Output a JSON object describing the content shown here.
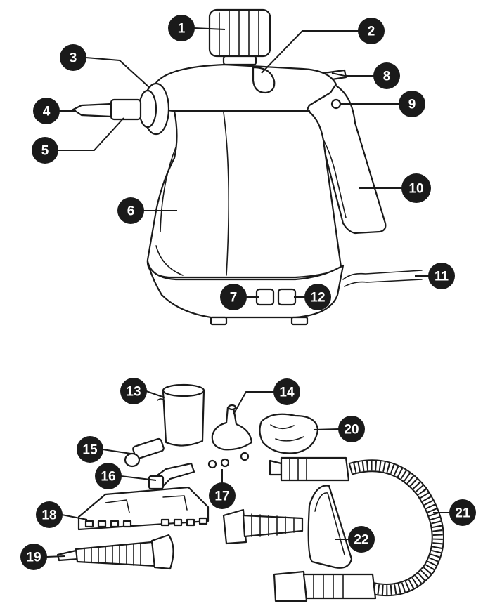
{
  "colors": {
    "line": "#1a1a1a",
    "badge_fill": "#1a1a1a",
    "badge_text": "#ffffff",
    "background": "#ffffff"
  },
  "callouts": [
    {
      "id": "1",
      "part": "filler-cap"
    },
    {
      "id": "2",
      "part": "water-level-window"
    },
    {
      "id": "3",
      "part": "nozzle-lock-ring"
    },
    {
      "id": "4",
      "part": "jet-nozzle-tip"
    },
    {
      "id": "5",
      "part": "nozzle-connector"
    },
    {
      "id": "6",
      "part": "water-tank-body"
    },
    {
      "id": "7",
      "part": "power-indicator-light"
    },
    {
      "id": "8",
      "part": "trigger-lock"
    },
    {
      "id": "9",
      "part": "lock-button"
    },
    {
      "id": "10",
      "part": "handle-grip"
    },
    {
      "id": "11",
      "part": "power-cord"
    },
    {
      "id": "12",
      "part": "heating-indicator-light"
    },
    {
      "id": "13",
      "part": "measuring-cup"
    },
    {
      "id": "14",
      "part": "funnel"
    },
    {
      "id": "15",
      "part": "round-brush"
    },
    {
      "id": "16",
      "part": "angled-nozzle"
    },
    {
      "id": "17",
      "part": "spare-o-rings"
    },
    {
      "id": "18",
      "part": "scraper-tool"
    },
    {
      "id": "19",
      "part": "extension-nozzle"
    },
    {
      "id": "20",
      "part": "cloth-cover"
    },
    {
      "id": "21",
      "part": "flexible-hose"
    },
    {
      "id": "22",
      "part": "window-squeegee"
    }
  ]
}
